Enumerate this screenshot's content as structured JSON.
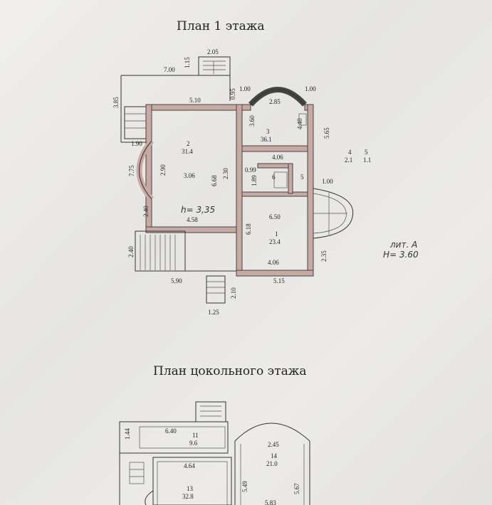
{
  "plan1": {
    "title": "План 1 этажа",
    "dims": {
      "d205": "2.05",
      "d115": "1.15",
      "d700": "7.00",
      "d385": "3.85",
      "d510": "5.10",
      "d095": "0.95",
      "d100a": "1.00",
      "d100b": "1.00",
      "d285": "2.85",
      "d565": "5.65",
      "d360": "3.60",
      "d440": "4.40",
      "d190": "1.90",
      "d290": "2.90",
      "d306": "3.06",
      "d668": "6.68",
      "d230": "2.30",
      "d099": "0.99",
      "d406a": "4.06",
      "d189": "1.89",
      "d100c": "1.00",
      "d775": "7.75",
      "d240a": "2.40",
      "d458": "4.58",
      "d618": "6.18",
      "d650": "6.50",
      "d240b": "2.40",
      "d406b": "4.06",
      "d235": "2.35",
      "d590": "5.90",
      "d515": "5.15",
      "d210": "2.10",
      "d125": "1.25"
    },
    "rooms": {
      "r2num": "2",
      "r2area": "31.4",
      "r3num": "3",
      "r3area": "36.1",
      "r4num": "4",
      "r4area": "2.1",
      "r5num": "5",
      "r5area": "1.1",
      "r1num": "1",
      "r1area": "23.4",
      "r6num": "6",
      "r7num": "5"
    },
    "height_note": "h= 3,35",
    "lit": "лит. А",
    "lit_h": "H= 3.60"
  },
  "plan2": {
    "title": "План цокольного этажа",
    "dims": {
      "d144": "1.44",
      "d640": "6.40",
      "d245": "2.45",
      "d464": "4.64",
      "d549": "5.49",
      "d567": "5.67",
      "d583": "5.83"
    },
    "rooms": {
      "r11num": "11",
      "r11area": "9.6",
      "r14num": "14",
      "r14area": "21.0",
      "r13num": "13",
      "r13area": "32.8"
    }
  }
}
